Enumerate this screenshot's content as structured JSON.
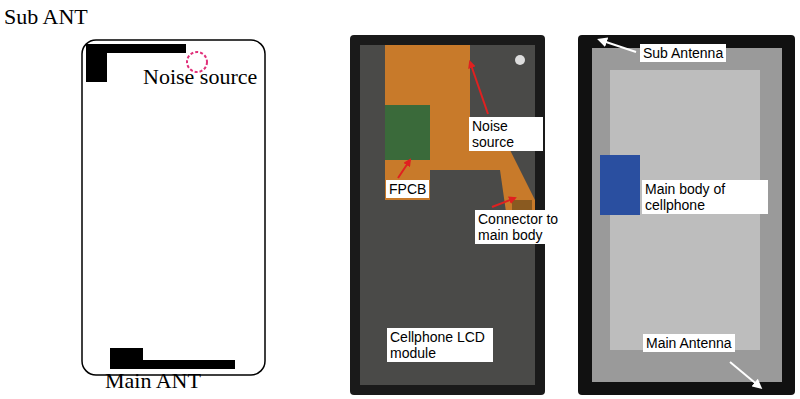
{
  "diagram": {
    "labels": [
      "Sub ANT",
      "Noise source",
      "Main ANT",
      "Noise source",
      "FPCB",
      "Connector to main body",
      "Cellphone LCD module",
      "Sub Antenna",
      "Main body of cellphone",
      "Main Antenna"
    ]
  }
}
